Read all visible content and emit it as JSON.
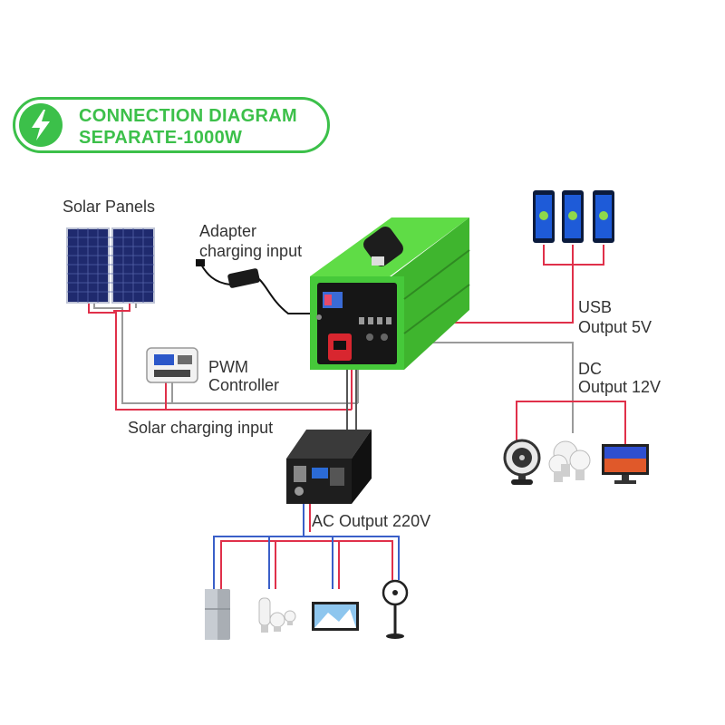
{
  "header": {
    "line1": "CONNECTION DIAGRAM",
    "line2": "SEPARATE-1000W",
    "icon": "lightning-bolt-icon"
  },
  "labels": {
    "solar_panels": "Solar Panels",
    "adapter_1": "Adapter",
    "adapter_2": "charging input",
    "pwm_1": "PWM",
    "pwm_2": "Controller",
    "solar_charging": "Solar charging input",
    "usb_1": "USB",
    "usb_2": "Output 5V",
    "dc_1": "DC",
    "dc_2": "Output 12V",
    "ac": "AC Output 220V"
  },
  "colors": {
    "brand_green": "#3cc04a",
    "wire_red": "#e0304a",
    "wire_blue": "#3a5fc8",
    "wire_gray": "#888888",
    "unit_green": "#46c93a"
  }
}
